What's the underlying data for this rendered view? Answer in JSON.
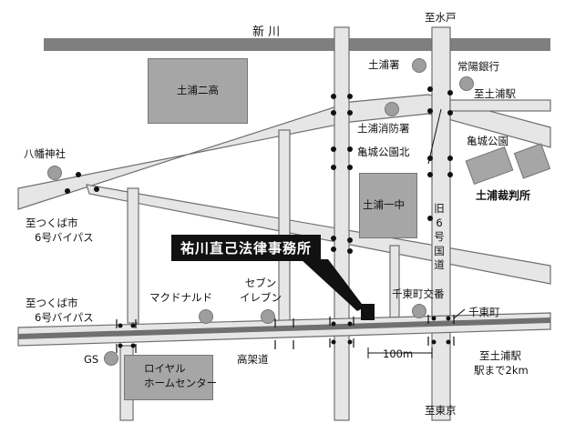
{
  "rivers": {
    "shinkawa": "新 川"
  },
  "directions": {
    "mito": "至水戸",
    "tsuchiura_station_top": "至土浦駅",
    "tsukuba_upper": [
      "至つくば市",
      "6号バイパス"
    ],
    "tsukuba_lower": [
      "至つくば市",
      "6号バイパス"
    ],
    "tsuchiura_station_bottom": [
      "至土浦駅",
      "駅まで2km"
    ],
    "tokyo": "至東京"
  },
  "landmarks": {
    "tsuchiura_nikou": "土浦二高",
    "tsuchiura_police": "土浦署",
    "joyo_bank": "常陽銀行",
    "tsuchiura_fire": "土浦消防署",
    "kijo_park_north": "亀城公園北",
    "kijo_park": "亀城公園",
    "court": "土浦裁判所",
    "hachiman": "八幡神社",
    "tsuchiura_ichichu": "土浦一中",
    "old_route6": [
      "旧",
      "6",
      "号",
      "国",
      "道"
    ],
    "mcdonalds": "マクドナルド",
    "seven_eleven": [
      "セブン",
      "イレブン"
    ],
    "sentomachi_koban": "千東町交番",
    "sentomachi": "千東町",
    "gs": "GS",
    "royal": [
      "ロイヤル",
      "ホームセンター"
    ],
    "elevated_road": "高架道",
    "distance": "100m"
  },
  "office": {
    "name": "祐川直己法律事務所"
  },
  "colors": {
    "road": "#e6e6e6",
    "road_edge": "#6e6e6e",
    "building": "#a6a6a6",
    "river": "#7f7f7f",
    "highway": "#707070",
    "office": "#111111"
  }
}
